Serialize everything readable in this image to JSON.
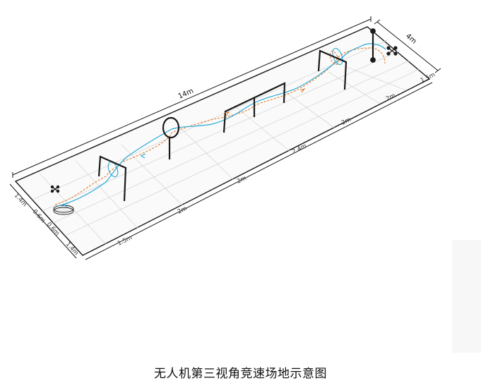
{
  "caption": "无人机第三视角竞速场地示意图",
  "colors": {
    "outline": "#1a1a1a",
    "grid": "#cfcfcf",
    "blue_path": "#2aa9d8",
    "orange_path": "#e07a2e",
    "gate": "#1a1a1a"
  },
  "dimensions": {
    "length_total": "14m",
    "width_total": "4m",
    "top_edge": [
      "1.5m",
      "2m",
      "2m",
      "2.4m",
      "2m",
      "2m",
      "1.5m"
    ],
    "left_edge": [
      "1.4m",
      "0.6m",
      "0.6m",
      "1.4m"
    ]
  },
  "icons": [
    "drone-icon",
    "landing-pad-icon"
  ]
}
